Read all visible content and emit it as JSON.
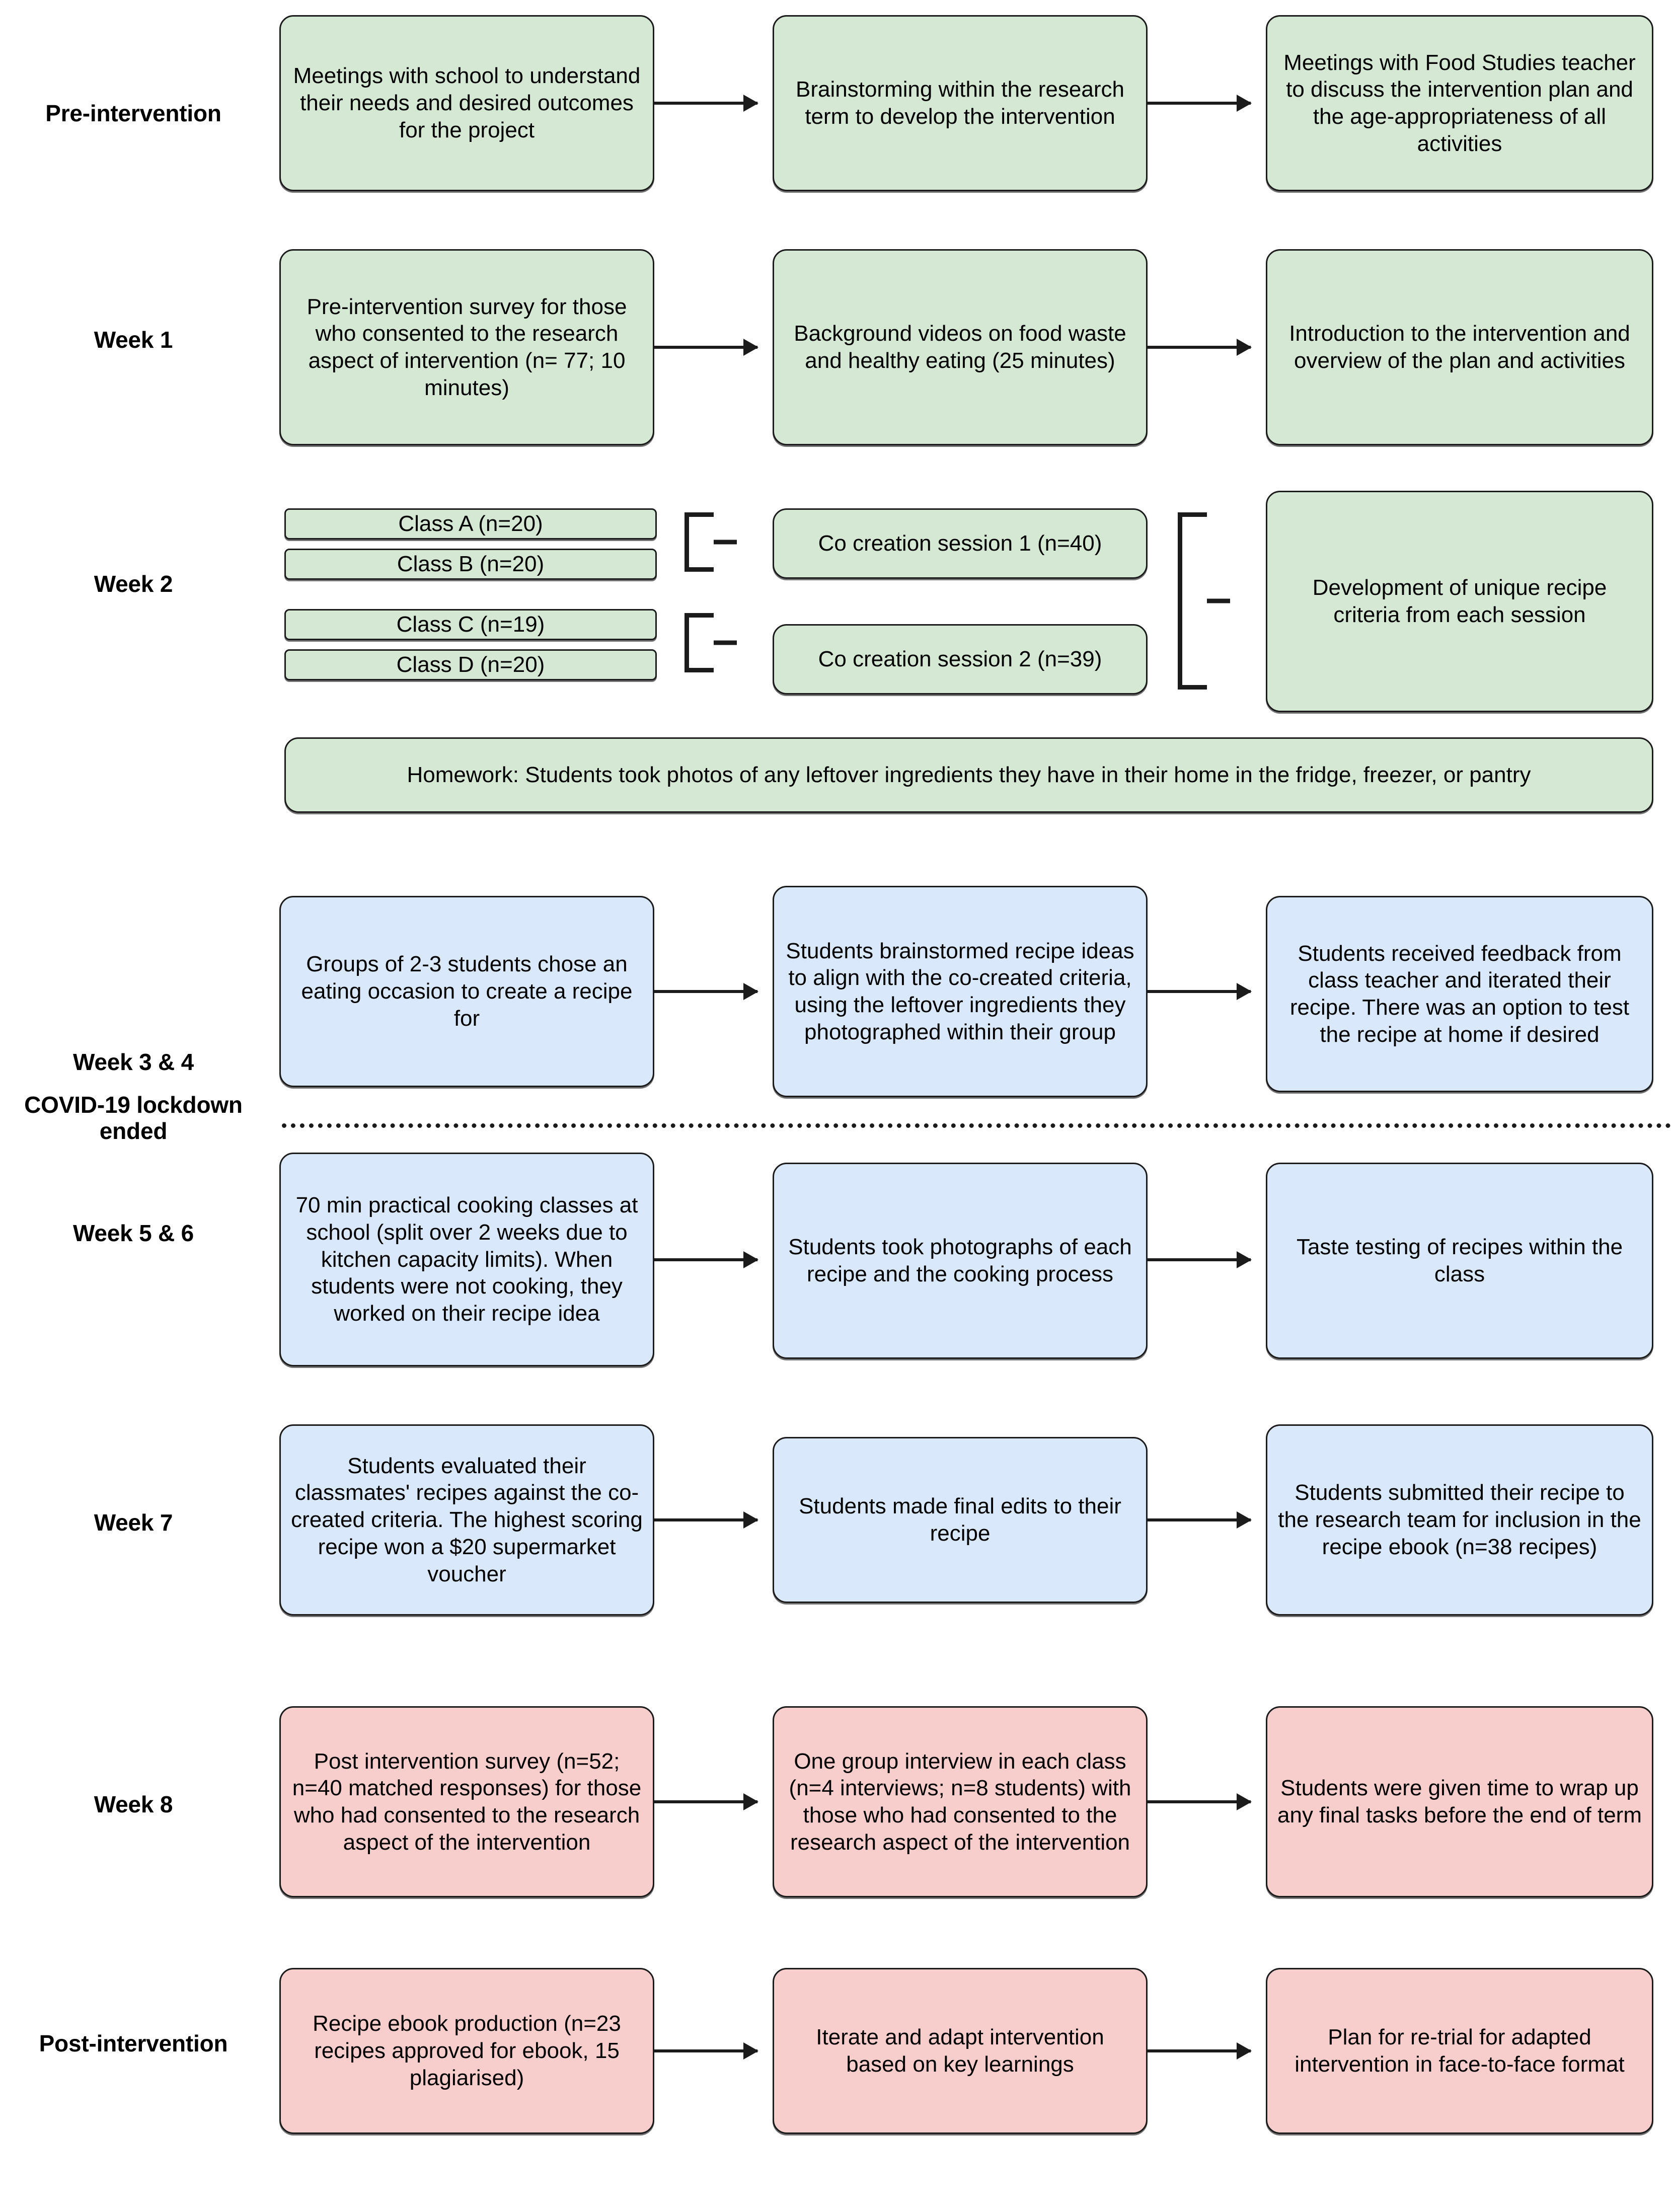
{
  "diagram": {
    "title": "Intervention timeline flowchart",
    "colors": {
      "green": "#d5e8d4",
      "blue": "#dae8fc",
      "pink": "#f8cecc",
      "stroke": "#1b1b1b"
    }
  },
  "stages": [
    {
      "key": "pre_intervention",
      "label": "Pre-intervention"
    },
    {
      "key": "week_1",
      "label": "Week 1"
    },
    {
      "key": "week_2",
      "label": "Week 2"
    },
    {
      "key": "week_3_4",
      "label": "Week 3 & 4"
    },
    {
      "key": "covid",
      "label": "COVID-19 lockdown ended"
    },
    {
      "key": "week_5_6",
      "label": "Week 5 & 6"
    },
    {
      "key": "week_7",
      "label": "Week 7"
    },
    {
      "key": "week_8",
      "label": "Week 8"
    },
    {
      "key": "post_intervention",
      "label": "Post-intervention"
    }
  ],
  "nodes": {
    "pre_1": "Meetings with school to understand their needs and desired outcomes for the project",
    "pre_2": "Brainstorming within the research term to develop the intervention",
    "pre_3": "Meetings with Food Studies teacher to discuss the intervention plan and the age-appropriateness of all activities",
    "w1_1": "Pre-intervention survey for those who consented to the research aspect of intervention (n= 77; 10 minutes)",
    "w1_2": "Background videos on food waste and healthy eating (25 minutes)",
    "w1_3": "Introduction to the intervention and overview of the plan and activities",
    "w2_class_a": "Class A (n=20)",
    "w2_class_b": "Class B (n=20)",
    "w2_class_c": "Class C (n=19)",
    "w2_class_d": "Class D (n=20)",
    "w2_session_1": "Co creation session 1 (n=40)",
    "w2_session_2": "Co creation session 2 (n=39)",
    "w2_criteria": "Development of unique recipe criteria from each session",
    "w2_homework": "Homework: Students took photos of any leftover ingredients they have in their home in the fridge, freezer, or pantry",
    "w34_1": "Groups of 2-3 students chose an eating occasion to create a recipe for",
    "w34_2": "Students brainstormed recipe ideas to align with the co-created criteria, using the leftover ingredients they photographed within their group",
    "w34_3": "Students received feedback from class teacher and iterated their recipe. There was an option to test the recipe at home if desired",
    "w56_1": "70 min practical cooking classes at school (split over 2 weeks due to kitchen capacity limits). When students were not cooking, they worked on their recipe idea",
    "w56_2": "Students took photographs of each recipe and the cooking process",
    "w56_3": "Taste testing of recipes within the class",
    "w7_1": "Students evaluated their classmates' recipes against the co-created criteria. The highest scoring recipe won a $20 supermarket voucher",
    "w7_2": "Students made final edits to their recipe",
    "w7_3": "Students submitted their recipe to the research team for inclusion in the recipe ebook (n=38 recipes)",
    "w8_1": "Post intervention survey (n=52; n=40 matched responses) for those who had consented to the research aspect of the intervention",
    "w8_2": "One group interview in each class (n=4 interviews; n=8 students) with those who had consented to the research aspect of the intervention",
    "w8_3": "Students were given time to wrap up any final tasks before the end of term",
    "post_1": "Recipe ebook production (n=23 recipes approved for ebook, 15 plagiarised)",
    "post_2": "Iterate and adapt intervention based on key learnings",
    "post_3": "Plan for re-trial for adapted intervention in face-to-face format"
  }
}
